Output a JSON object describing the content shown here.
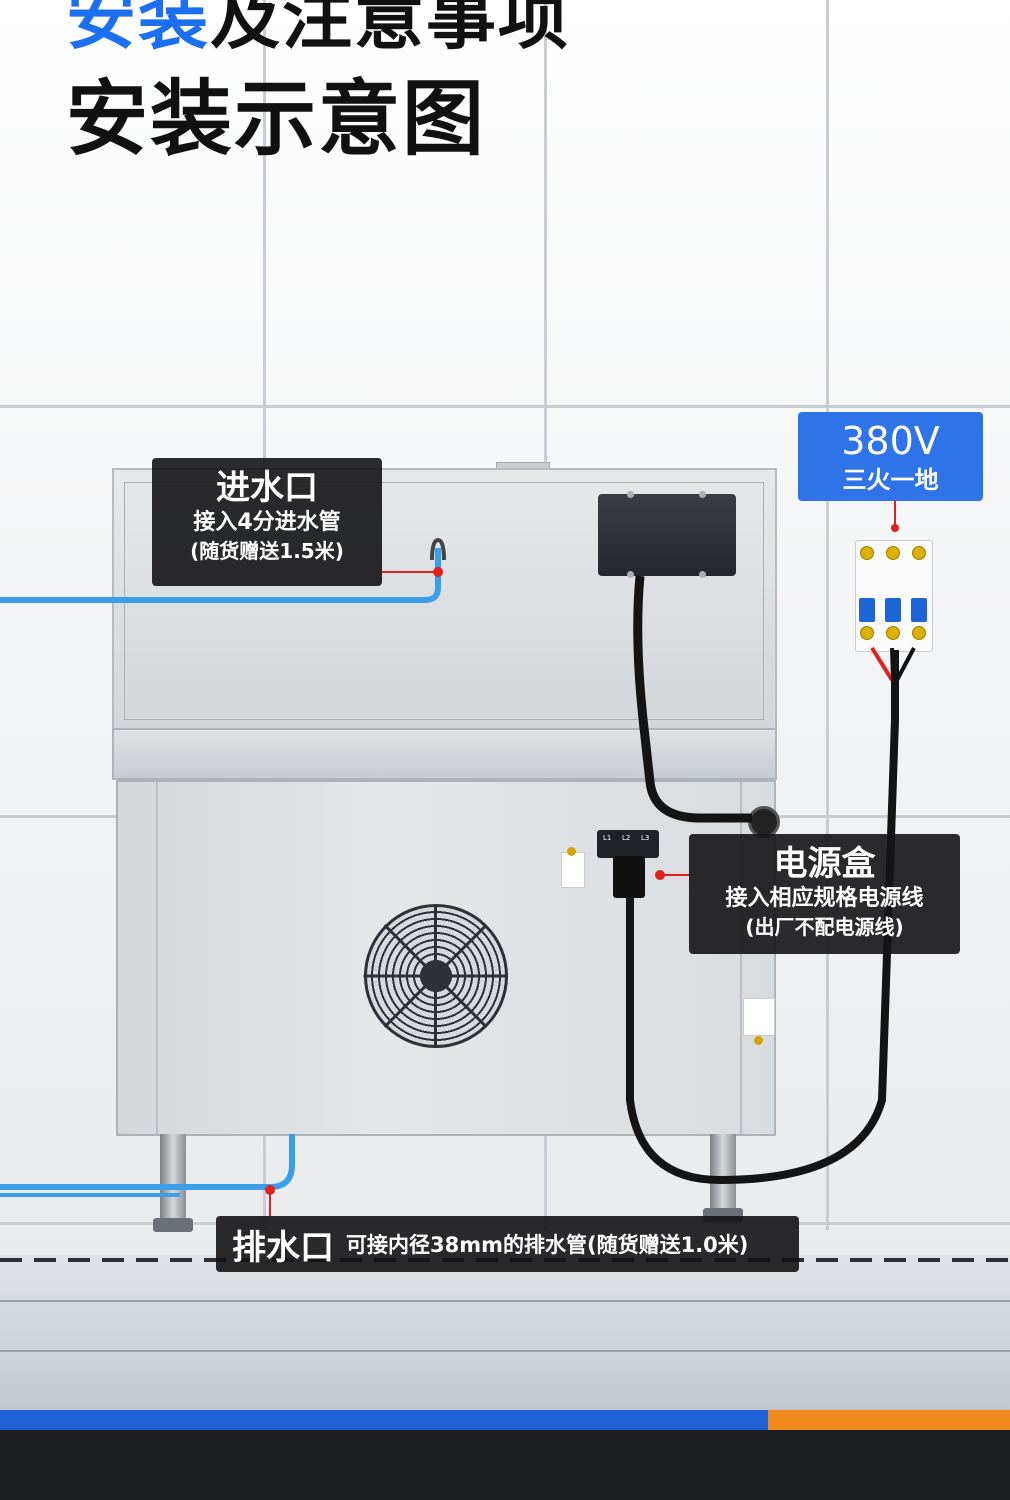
{
  "heading": {
    "top_blue": "安装",
    "top_rest": "及注意事项",
    "main": "安装示意图"
  },
  "voltage": {
    "value": "380V",
    "sub": "三火一地"
  },
  "inlet": {
    "title": "进水口",
    "line1": "接入4分进水管",
    "line2": "(随货赠送1.5米)"
  },
  "power": {
    "title": "电源盒",
    "line1": "接入相应规格电源线",
    "line2": "(出厂不配电源线)"
  },
  "drain": {
    "title": "排水口",
    "desc": "可接内径38mm的排水管(随货赠送1.0米)"
  },
  "terminal": {
    "labels": [
      "L1",
      "L2",
      "L3"
    ]
  },
  "colors": {
    "accent_blue": "#1c6ff0",
    "badge_blue": "#2f73e8",
    "bar_orange": "#f08a1c",
    "callout_bg": "#141416",
    "water_pipe": "#3a9ee8",
    "leader_red": "#e0201d"
  },
  "icons": [
    "ground-symbol-icon",
    "fan-grille-icon",
    "breaker-icon"
  ]
}
